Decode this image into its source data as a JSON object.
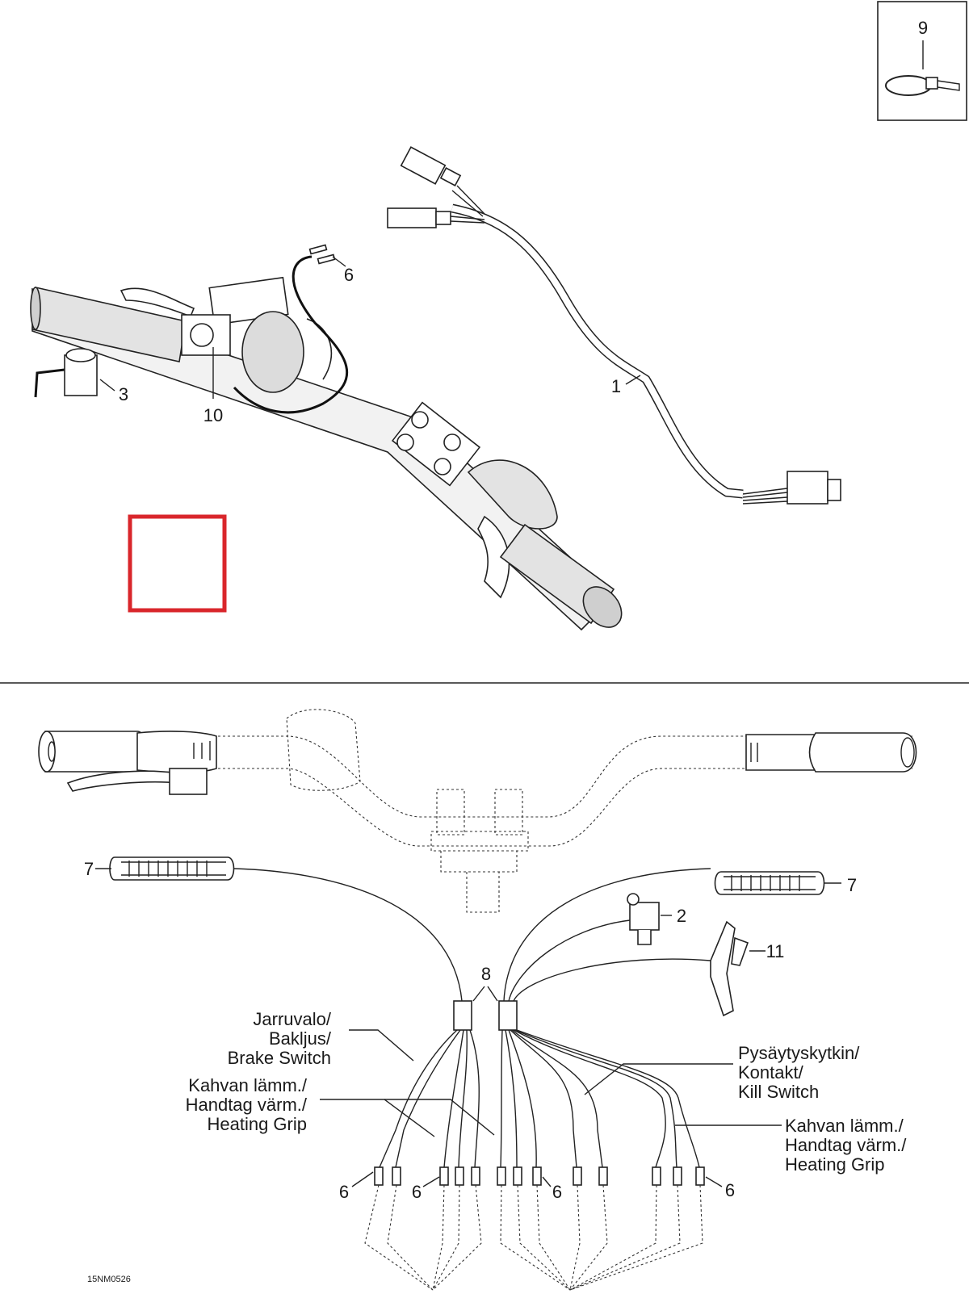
{
  "callouts": {
    "c1": "1",
    "c2": "2",
    "c3": "3",
    "c6_top": "6",
    "c6_a": "6",
    "c6_b": "6",
    "c6_c": "6",
    "c6_d": "6",
    "c7_left": "7",
    "c7_right": "7",
    "c8": "8",
    "c9": "9",
    "c10": "10",
    "c11": "11"
  },
  "wire_labels": {
    "brake": [
      "Jarruvalo/",
      "Bakljus/",
      "Brake Switch"
    ],
    "heating_left": [
      "Kahvan lämm./",
      "Handtag värm./",
      "Heating Grip"
    ],
    "kill": [
      "Pysäytyskytkin/",
      "Kontakt/",
      "Kill Switch"
    ],
    "heating_right": [
      "Kahvan lämm./",
      "Handtag värm./",
      "Heating Grip"
    ]
  },
  "drawing_code": "15NM0526",
  "colors": {
    "highlight_box": "#d9262b",
    "line": "#222222"
  }
}
